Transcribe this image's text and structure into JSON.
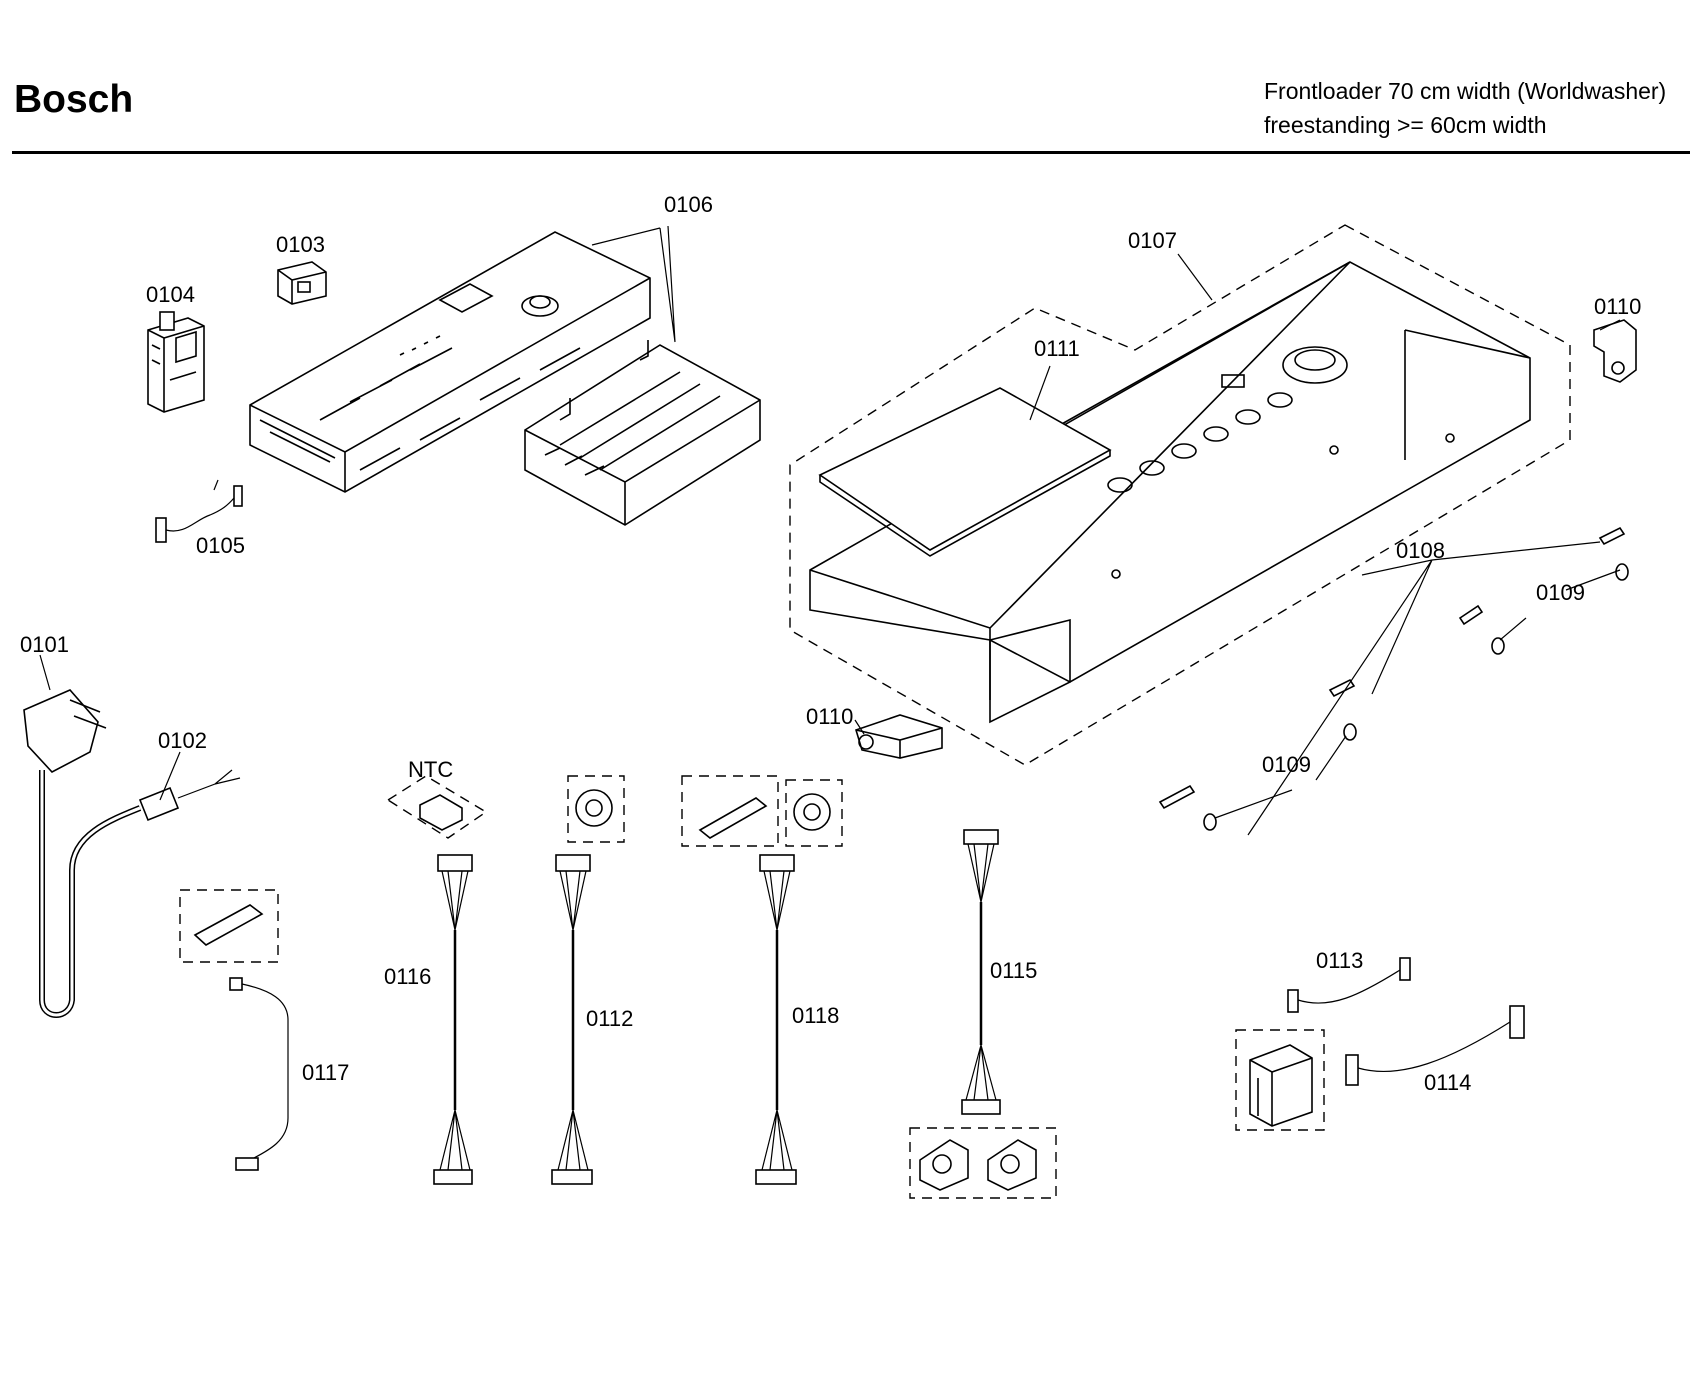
{
  "header": {
    "brand": "Bosch",
    "title_line1": "Frontloader 70 cm width (Worldwasher)",
    "title_line2": "freestanding >= 60cm width"
  },
  "labels": {
    "p0101": "0101",
    "p0102": "0102",
    "p0103": "0103",
    "p0104": "0104",
    "p0105": "0105",
    "p0106": "0106",
    "p0107": "0107",
    "p0108": "0108",
    "p0109a": "0109",
    "p0109b": "0109",
    "p0110a": "0110",
    "p0110b": "0110",
    "p0111": "0111",
    "p0112": "0112",
    "p0113": "0113",
    "p0114": "0114",
    "p0115": "0115",
    "p0116": "0116",
    "p0117": "0117",
    "p0118": "0118",
    "ntc": "NTC"
  }
}
